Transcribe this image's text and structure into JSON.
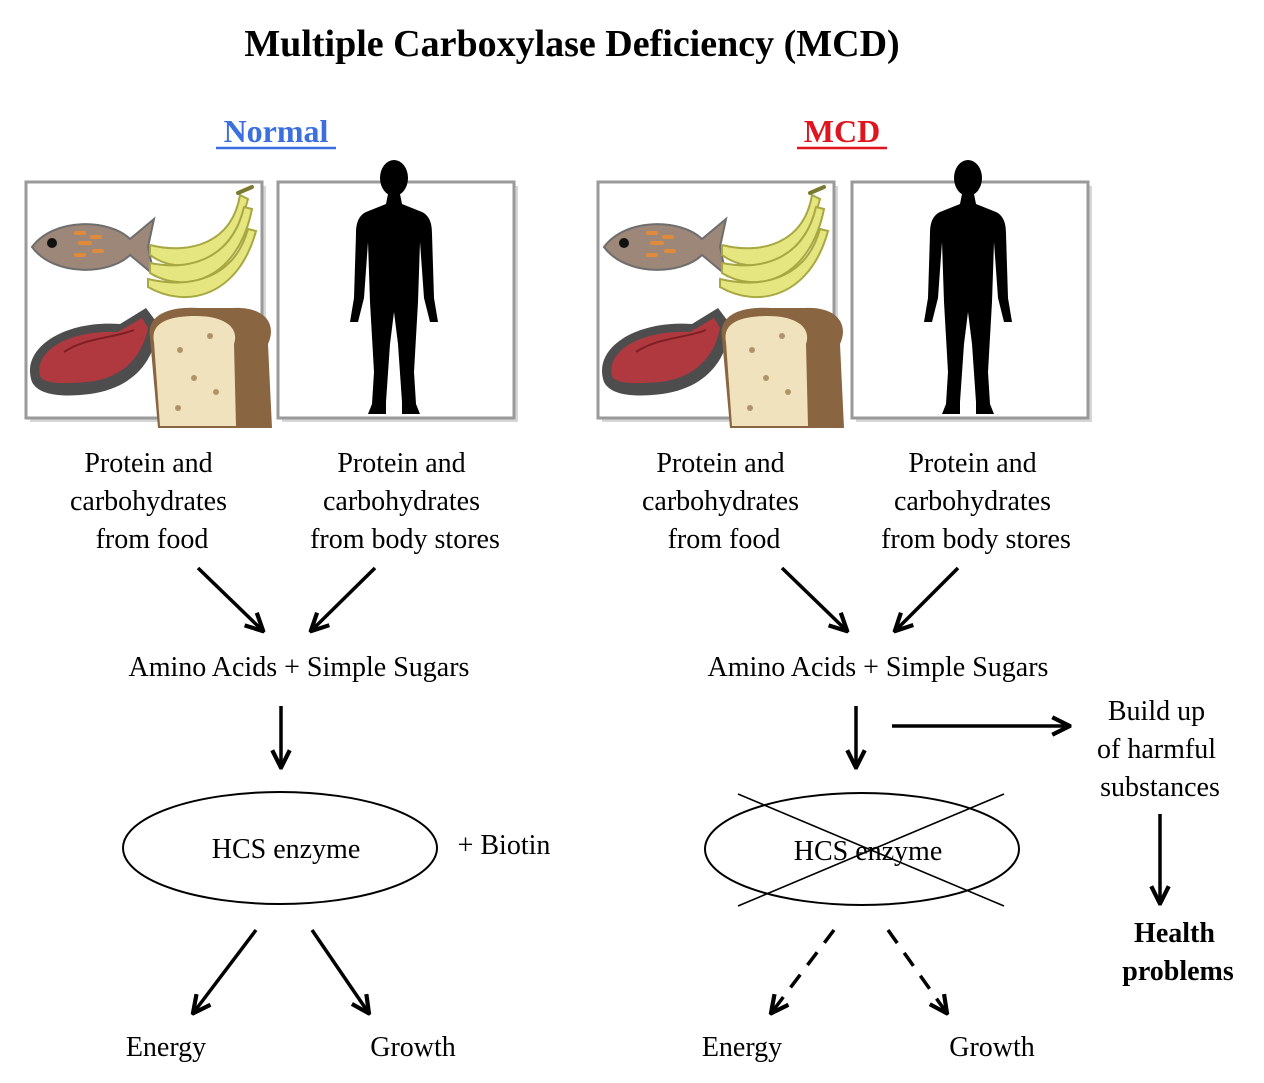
{
  "title": "Multiple Carboxylase Deficiency (MCD)",
  "colors": {
    "normal": "#3b6fe0",
    "mcd": "#e0141e",
    "fish": "#9c8779",
    "fish_stripes": "#e08a3c",
    "banana": "#e6e680",
    "banana_outline": "#a8a842",
    "steak": "#b0393f",
    "steak_rim": "#4d4d4d",
    "bread_crust": "#8a6541",
    "bread_inside": "#efe2bc"
  },
  "normal": {
    "heading": "Normal",
    "food_label": [
      "Protein and",
      "carbohydrates",
      "from food"
    ],
    "body_label": [
      "Protein and",
      "carbohydrates",
      "from body stores"
    ],
    "products": "Amino Acids + Simple Sugars",
    "enzyme": "HCS enzyme",
    "cofactor": "+ Biotin",
    "output_energy": "Energy",
    "output_growth": "Growth"
  },
  "mcd": {
    "heading": "MCD",
    "food_label": [
      "Protein and",
      "carbohydrates",
      "from food"
    ],
    "body_label": [
      "Protein and",
      "carbohydrates",
      "from body stores"
    ],
    "products": "Amino Acids + Simple Sugars",
    "enzyme": "HCS enzyme",
    "buildup": [
      "Build up",
      "of harmful",
      "substances"
    ],
    "health": [
      "Health",
      "problems"
    ],
    "output_energy": "Energy",
    "output_growth": "Growth"
  },
  "icons": {
    "food": [
      "fish-icon",
      "banana-icon",
      "steak-icon",
      "bread-icon"
    ],
    "body": "human-silhouette-icon"
  }
}
